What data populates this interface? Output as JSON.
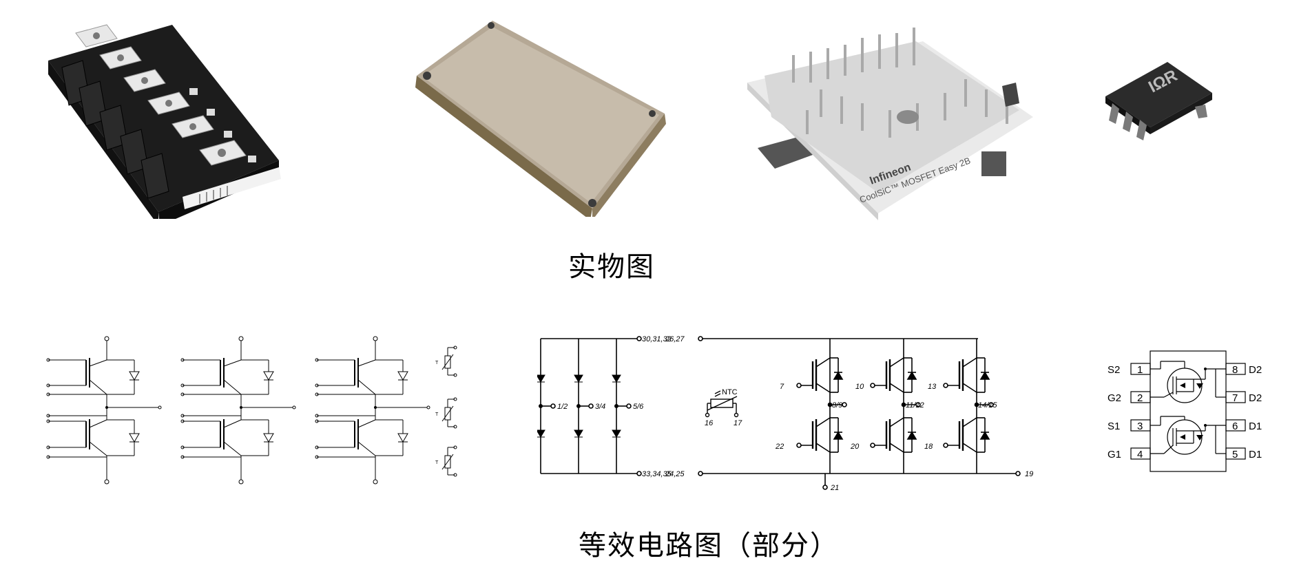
{
  "captions": {
    "photos": "实物图",
    "circuits": "等效电路图（部分）"
  },
  "photos": {
    "module3_brand": "Infineon",
    "module3_product": "CoolSiC™ MOSFET Easy 2B",
    "smd_logo": "IΩR"
  },
  "circuit_big": {
    "terminals": {
      "dc_plus": "30,31,32",
      "dc_minus": "33,34,35",
      "bus_plus": "26,27",
      "bus_minus": "24,25",
      "ac_in_1": "1/2",
      "ac_in_2": "3/4",
      "ac_in_3": "5/6",
      "ntc_label": "NTC",
      "ntc_a": "16",
      "ntc_b": "17",
      "gate_top_1": "7",
      "gate_top_2": "10",
      "gate_top_3": "13",
      "gate_bot_1": "22",
      "gate_bot_2": "20",
      "gate_bot_3": "18",
      "out_1": "8/9",
      "out_2": "11/12",
      "out_3": "14/15",
      "brake": "19",
      "emitter": "21"
    }
  },
  "circuit_dual": {
    "left_pins": [
      {
        "label": "S2",
        "num": "1"
      },
      {
        "label": "G2",
        "num": "2"
      },
      {
        "label": "S1",
        "num": "3"
      },
      {
        "label": "G1",
        "num": "4"
      }
    ],
    "right_pins": [
      {
        "label": "D2",
        "num": "8"
      },
      {
        "label": "D2",
        "num": "7"
      },
      {
        "label": "D1",
        "num": "6"
      },
      {
        "label": "D1",
        "num": "5"
      }
    ]
  },
  "colors": {
    "line": "#000000",
    "module_body": "#1e1e1e",
    "module_plate": "#d9d9d9",
    "metal_lid": "#b9ab9a",
    "white_housing": "#efefef"
  }
}
